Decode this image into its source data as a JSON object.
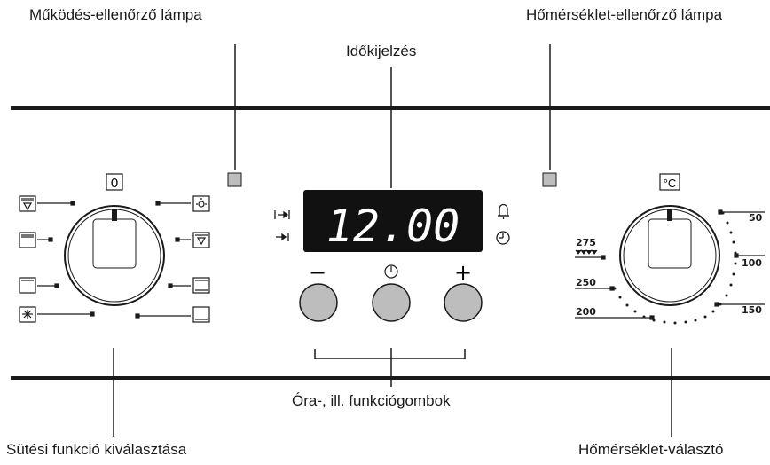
{
  "labels": {
    "function_lamp": "Működés-ellenőrző lámpa",
    "temp_lamp": "Hőmérséklet-ellenőrző lámpa",
    "time_display": "Időkijelzés",
    "clock_buttons": "Óra-, ill. funkciógombok",
    "function_selector": "Sütési funkció kiválasztása",
    "temp_selector": "Hőmérséklet-választó"
  },
  "display": {
    "time": "12.00"
  },
  "function_knob": {
    "top_mark": "0"
  },
  "temp_knob": {
    "top_mark": "°C",
    "scale": [
      "50",
      "100",
      "150",
      "200",
      "250",
      "275"
    ]
  },
  "buttons": {
    "minus": "−",
    "plus": "+"
  },
  "colors": {
    "panel_line": "#1a1a1a",
    "display_bg": "#111111",
    "display_text": "#ffffff",
    "button_fill": "#bdbdbd",
    "lamp_fill": "#bdbdbd"
  }
}
